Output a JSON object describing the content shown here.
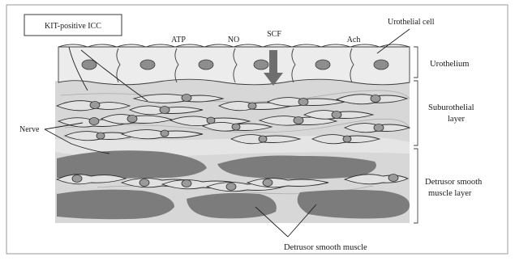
{
  "legend_box": {
    "label": "KIT-positive ICC"
  },
  "mediators": [
    "ATP",
    "NO",
    "SCF",
    "Ach"
  ],
  "labels": {
    "urothelial_cell": "Urothelial cell",
    "urothelium": "Urothelium",
    "suburothelial_layer_line1": "Suburothelial",
    "suburothelial_layer_line2": "layer",
    "detrusor_layer_line1": "Detrusor smooth",
    "detrusor_layer_line2": "muscle layer",
    "nerve": "Nerve",
    "detrusor_smooth_muscle": "Detrusor smooth muscle"
  },
  "colors": {
    "background": "#ffffff",
    "tissue": "#d7d7d7",
    "urothelium": "#ececec",
    "muscle": "#7c7c7c",
    "arrow": "#6e6e6e"
  }
}
